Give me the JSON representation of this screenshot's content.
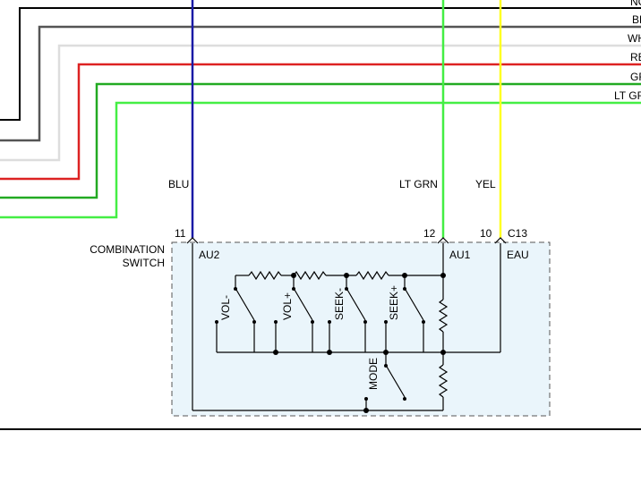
{
  "right_edge_labels": [
    "NC",
    "BL",
    "WH",
    "RE",
    "GR",
    "LT GR"
  ],
  "wire_labels": {
    "blu": "BLU",
    "lt_grn": "LT GRN",
    "yel": "YEL"
  },
  "pins": {
    "au2": "11",
    "au1": "12",
    "eau": "10"
  },
  "connector": "C13",
  "component": {
    "line1": "COMBINATION",
    "line2": "SWITCH"
  },
  "terminals": {
    "au2": "AU2",
    "au1": "AU1",
    "eau": "EAU"
  },
  "switches": {
    "vol_minus": "VOL-",
    "vol_plus": "VOL+",
    "seek_minus": "SEEK-",
    "seek_plus": "SEEK+",
    "mode": "MODE"
  },
  "colors": {
    "black": "#000000",
    "gray": "#555555",
    "white_wire": "#dddddd",
    "red": "#dd2222",
    "green": "#22aa22",
    "lt_green": "#44ee44",
    "blue": "#1a1aa6",
    "yellow": "#ffff22",
    "box_fill": "#eaf5fb"
  }
}
